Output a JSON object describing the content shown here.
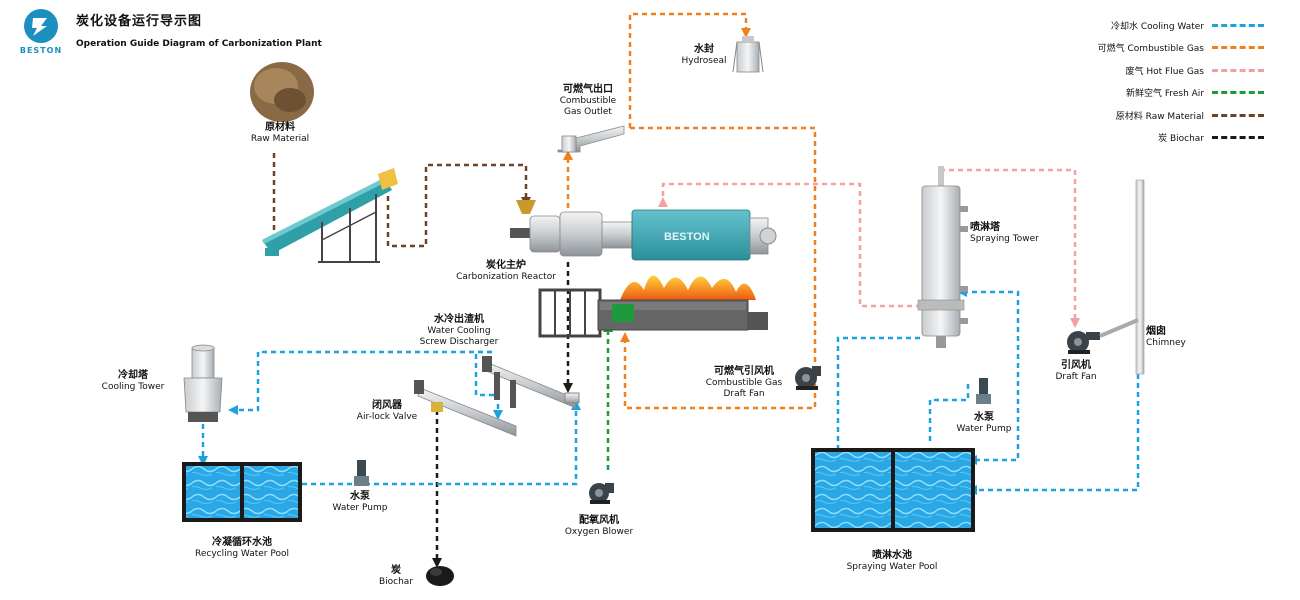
{
  "brand": {
    "logo_text": "BESTON",
    "accent_color": "#1a8fc0"
  },
  "title": {
    "zh": "炭化设备运行导示图",
    "en": "Operation Guide Diagram of Carbonization Plant"
  },
  "legend": [
    {
      "label": "冷却水 Cooling Water",
      "color": "#1aa3e0"
    },
    {
      "label": "可燃气 Combustible Gas",
      "color": "#f07f1e"
    },
    {
      "label": "废气 Hot Flue Gas",
      "color": "#f2a0a4"
    },
    {
      "label": "新鲜空气 Fresh Air",
      "color": "#1e9a3c"
    },
    {
      "label": "原材料 Raw Material",
      "color": "#6b4226"
    },
    {
      "label": "炭 Biochar",
      "color": "#1a1a1a"
    }
  ],
  "components": {
    "raw_material": {
      "zh": "原材料",
      "en": "Raw Material"
    },
    "hydroseal": {
      "zh": "水封",
      "en": "Hydroseal"
    },
    "gas_outlet": {
      "zh": "可燃气出口",
      "en_1": "Combustible",
      "en_2": "Gas Outlet"
    },
    "reactor": {
      "zh": "炭化主炉",
      "en": "Carbonization Reactor"
    },
    "screw_discharger": {
      "zh": "水冷出渣机",
      "en_1": "Water Cooling",
      "en_2": "Screw Discharger"
    },
    "airlock_valve": {
      "zh": "闭风器",
      "en": "Air-lock Valve"
    },
    "cooling_tower": {
      "zh": "冷却塔",
      "en": "Cooling Tower"
    },
    "water_pump_left": {
      "zh": "水泵",
      "en": "Water Pump"
    },
    "recycling_pool": {
      "zh": "冷凝循环水池",
      "en": "Recycling Water Pool"
    },
    "biochar": {
      "zh": "炭",
      "en": "Biochar"
    },
    "oxygen_blower": {
      "zh": "配氧风机",
      "en": "Oxygen Blower"
    },
    "gas_draft_fan": {
      "zh": "可燃气引风机",
      "en_1": "Combustible Gas",
      "en_2": "Draft Fan"
    },
    "spraying_tower": {
      "zh": "喷淋塔",
      "en": "Spraying Tower"
    },
    "water_pump_right": {
      "zh": "水泵",
      "en": "Water Pump"
    },
    "draft_fan": {
      "zh": "引风机",
      "en": "Draft Fan"
    },
    "chimney": {
      "zh": "烟囱",
      "en": "Chimney"
    },
    "spraying_pool": {
      "zh": "喷淋水池",
      "en": "Spraying Water Pool"
    }
  }
}
